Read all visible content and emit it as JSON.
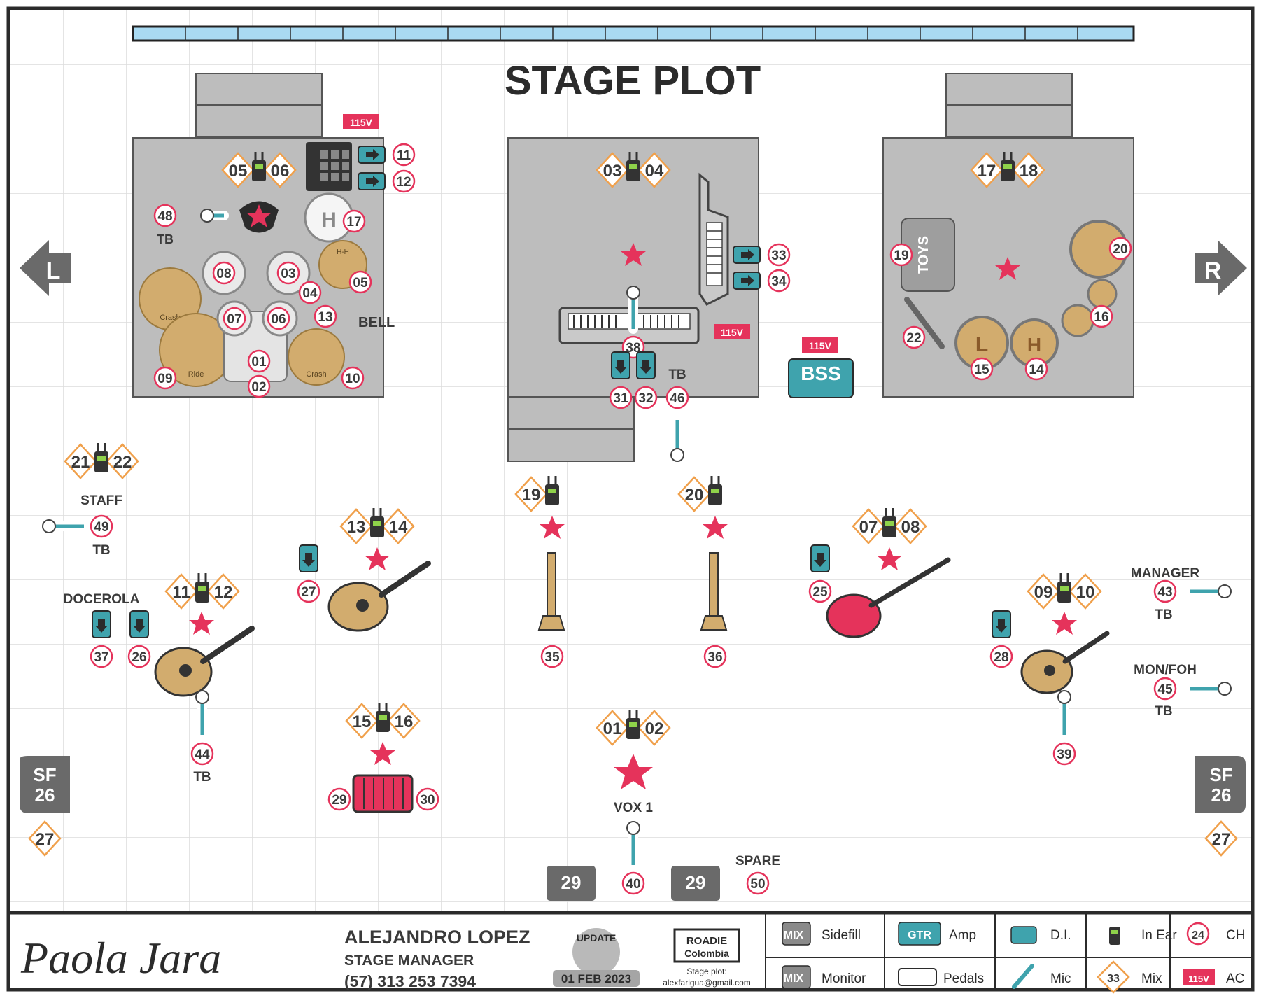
{
  "title": "STAGE PLOT",
  "colors": {
    "pink": "#e5335b",
    "teal": "#3fa3ad",
    "grey": "#b9b9b9",
    "dark": "#5b5b5b",
    "orange": "#f0a04b",
    "tan": "#d2ac6e",
    "light_blue": "#a9daf2"
  },
  "arrows": {
    "left": "L",
    "right": "R"
  },
  "power": "115V",
  "bss": "BSS",
  "toys": "TOYS",
  "drum_labels": {
    "crash": "Crash",
    "ride": "Ride",
    "hh": "H-H",
    "h": "H",
    "bell": "BELL",
    "tb": "TB"
  },
  "conga_labels": {
    "low": "L",
    "high": "H"
  },
  "sidefill": {
    "line1": "SF",
    "line2": "26"
  },
  "floor_monitor": "29",
  "labels": {
    "staff": "STAFF",
    "docerola": "DOCEROLA",
    "manager": "MANAGER",
    "monfoh": "MON/FOH",
    "vox": "VOX 1",
    "spare": "SPARE",
    "tb": "TB"
  },
  "channels": {
    "drums": [
      "05",
      "06",
      "48",
      "11",
      "12",
      "17",
      "08",
      "03",
      "04",
      "05",
      "07",
      "06",
      "13",
      "01",
      "02",
      "09",
      "10"
    ],
    "keys": [
      "03",
      "04",
      "33",
      "34",
      "38",
      "31",
      "32",
      "46"
    ],
    "perc": [
      "17",
      "18",
      "19",
      "20",
      "22",
      "16",
      "15",
      "14"
    ],
    "front": [
      "21",
      "22",
      "49",
      "11",
      "12",
      "37",
      "26",
      "44",
      "13",
      "14",
      "27",
      "15",
      "16",
      "29",
      "30",
      "19",
      "35",
      "20",
      "36",
      "01",
      "02",
      "40",
      "50",
      "07",
      "08",
      "25",
      "09",
      "10",
      "28",
      "39",
      "43",
      "45"
    ]
  },
  "mix_sidefill": "27",
  "footer": {
    "artist_signature": "Paola Jara",
    "manager_name": "ALEJANDRO LOPEZ",
    "manager_role": "STAGE MANAGER",
    "phone": "(57) 313 253 7394",
    "update_label": "UPDATE",
    "date": "01 FEB 2023",
    "roadie_line1": "ROADIE",
    "roadie_line2": "Colombia",
    "stage_plot_label": "Stage plot:",
    "email": "alexfarigua@gmail.com"
  },
  "legend": [
    {
      "icon": "MIX",
      "label": "Sidefill"
    },
    {
      "icon": "GTR",
      "label": "Amp"
    },
    {
      "icon": "",
      "label": "D.I."
    },
    {
      "icon": "",
      "label": "In Ear"
    },
    {
      "icon": "24",
      "label": "CH"
    },
    {
      "icon": "MIX",
      "label": "Monitor"
    },
    {
      "icon": "",
      "label": "Pedals"
    },
    {
      "icon": "",
      "label": "Mic"
    },
    {
      "icon": "33",
      "label": "Mix"
    },
    {
      "icon": "115V",
      "label": "AC"
    }
  ]
}
